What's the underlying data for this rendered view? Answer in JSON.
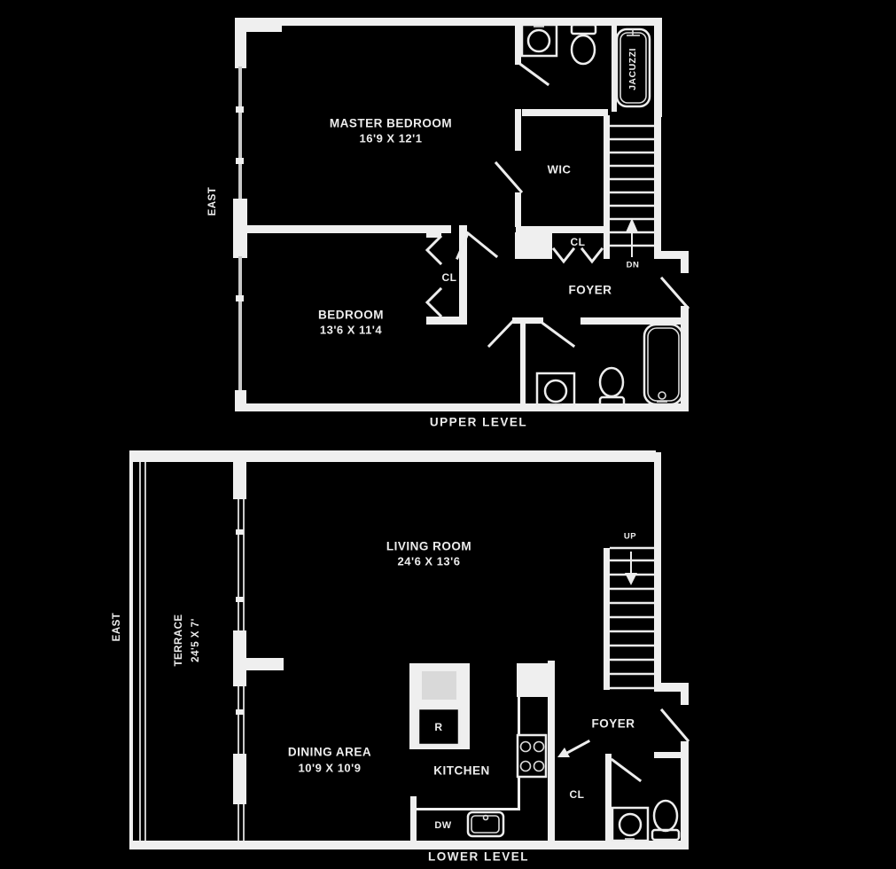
{
  "meta": {
    "description": "Two-level apartment floor plan, white lines on black",
    "colors": {
      "background": "#000000",
      "walls": "#efefef",
      "text": "#ededed"
    }
  },
  "upper_level": {
    "title": "UPPER LEVEL",
    "compass": "EAST",
    "master_bedroom": {
      "name": "MASTER BEDROOM",
      "dims": "16'9 X 12'1"
    },
    "bedroom": {
      "name": "BEDROOM",
      "dims": "13'6 X 11'4"
    },
    "wic": "WIC",
    "foyer": "FOYER",
    "foyer_closet": "CL",
    "bedroom_closet": "CL",
    "jacuzzi": "JACUZZI",
    "stairs": "DN"
  },
  "lower_level": {
    "title": "LOWER LEVEL",
    "compass": "EAST",
    "living_room": {
      "name": "LIVING ROOM",
      "dims": "24'6 X 13'6"
    },
    "dining_area": {
      "name": "DINING AREA",
      "dims": "10'9 X 10'9"
    },
    "kitchen": "KITCHEN",
    "terrace": {
      "name": "TERRACE",
      "dims": "24'5 X 7'"
    },
    "foyer": "FOYER",
    "closet": "CL",
    "stairs": "UP",
    "refrigerator": "R",
    "dishwasher": "DW"
  }
}
